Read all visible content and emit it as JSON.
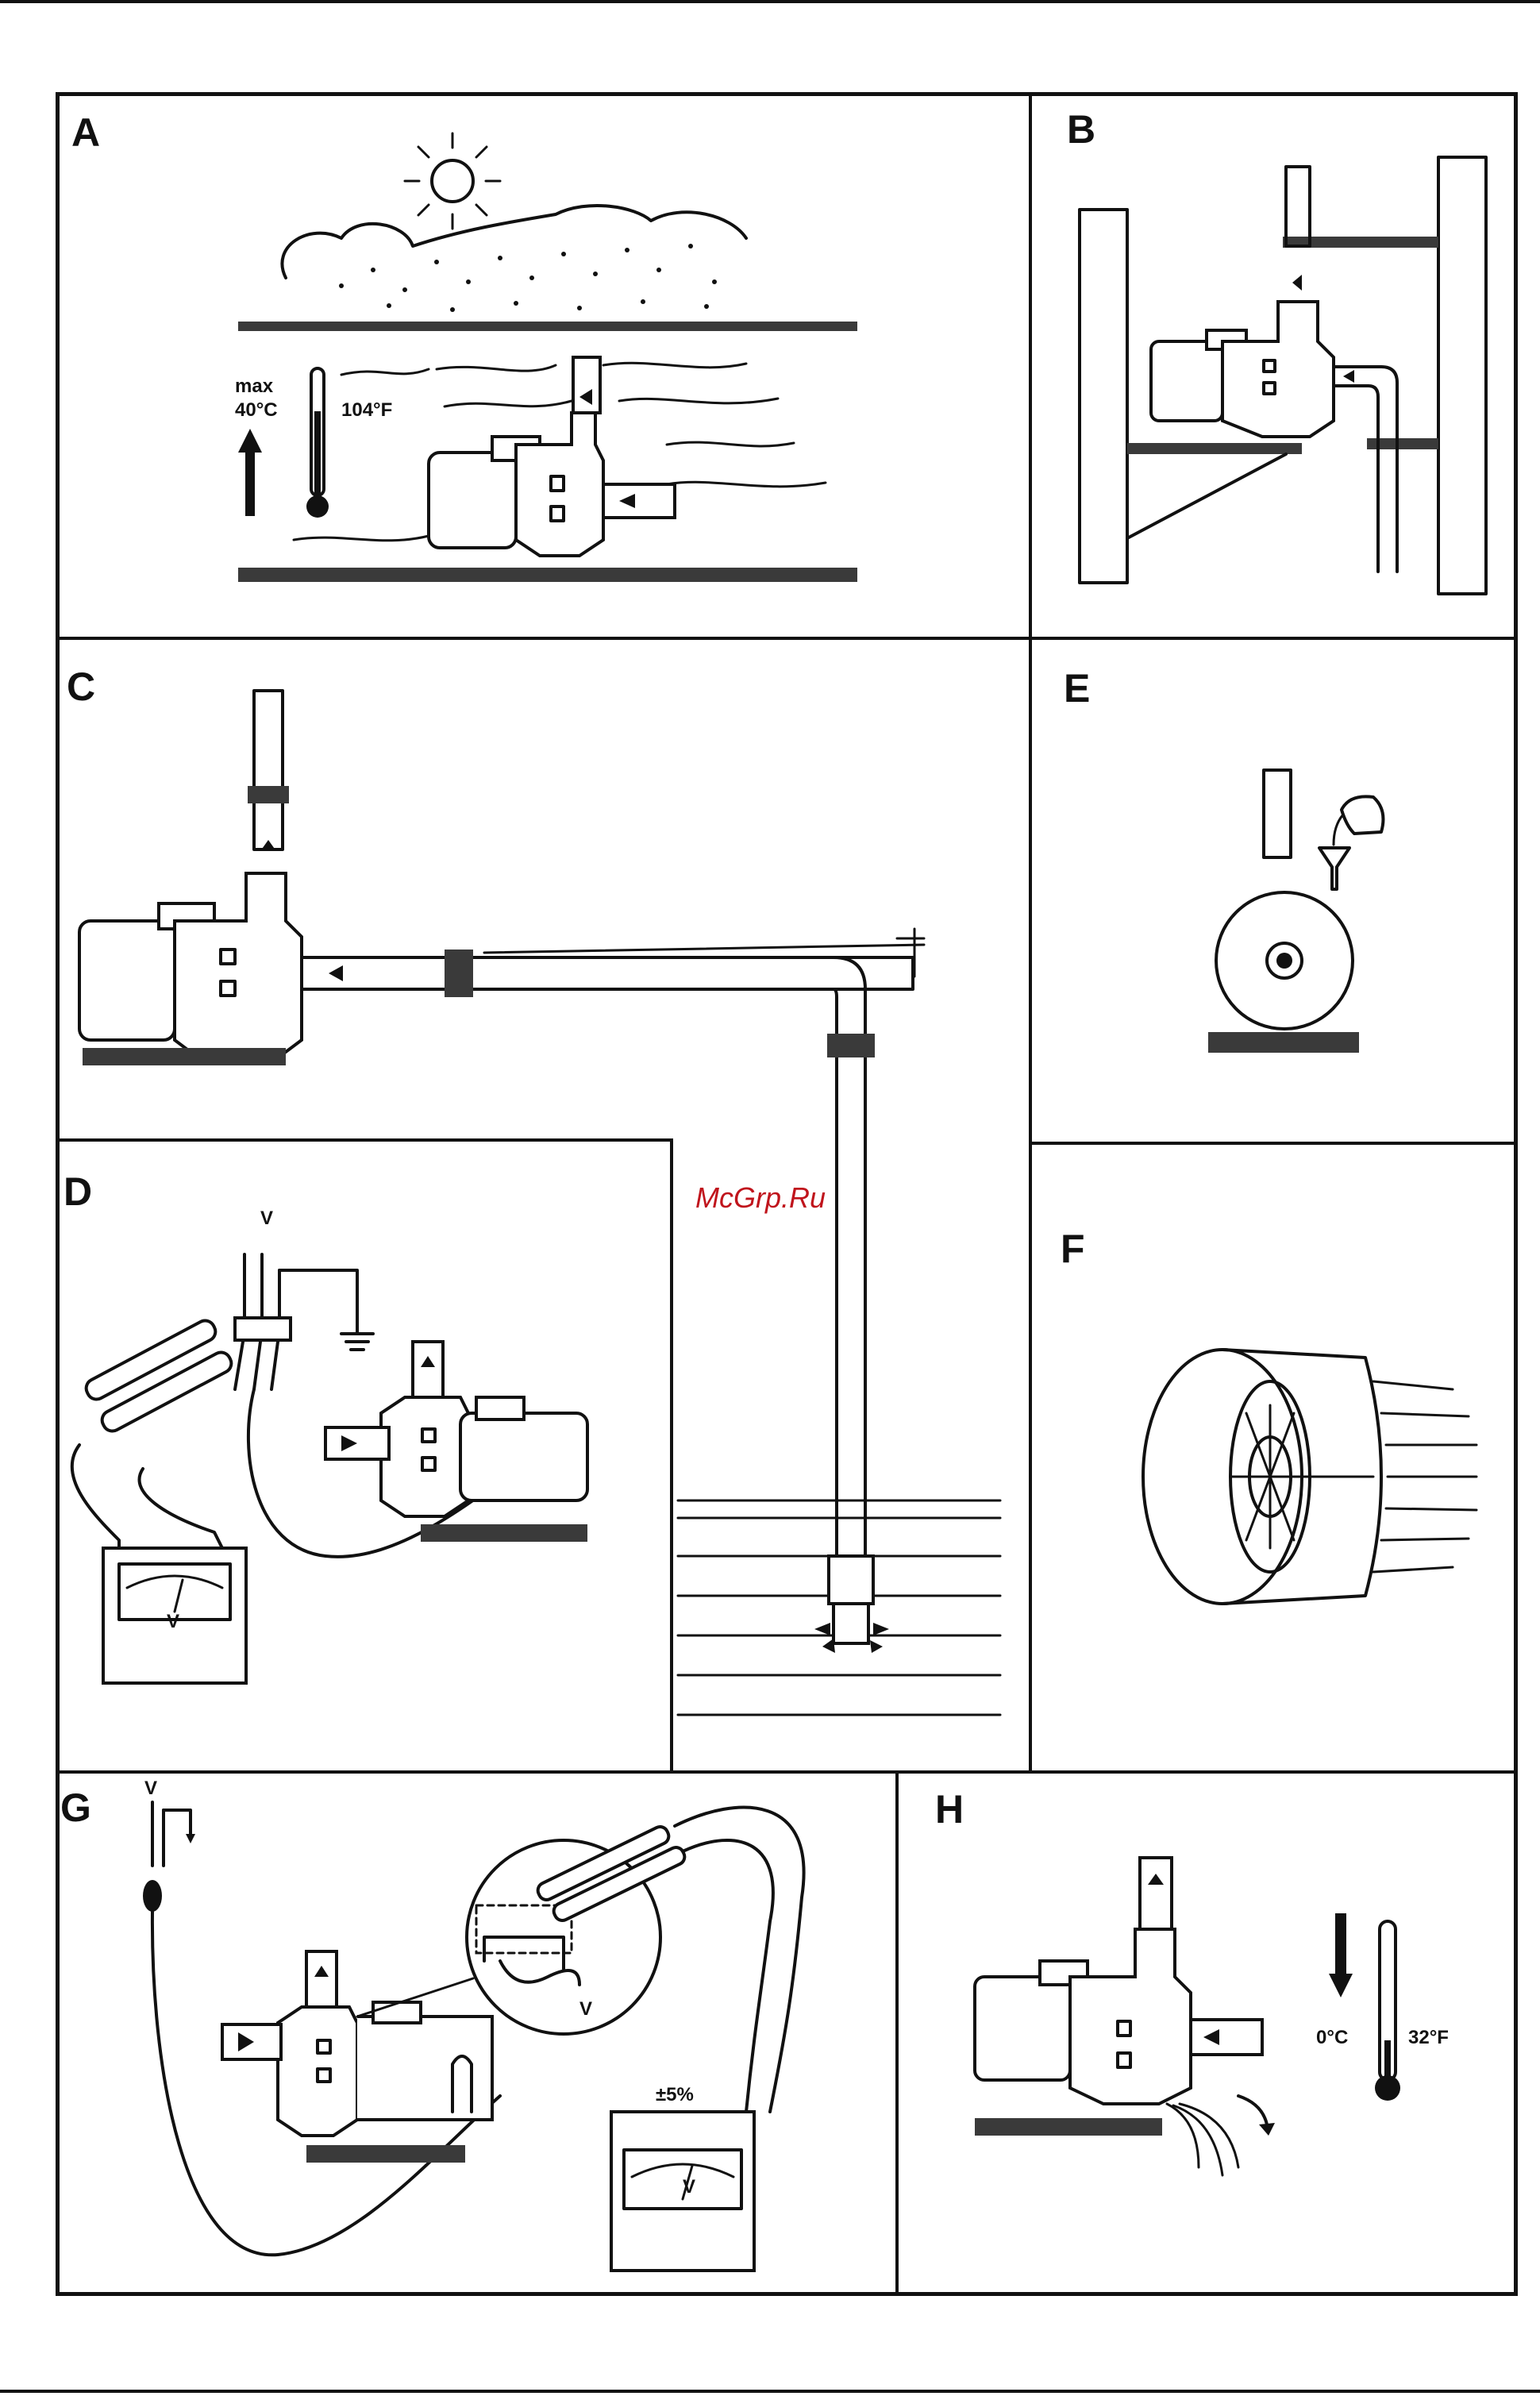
{
  "panels": {
    "a": {
      "label": "A",
      "temp_max": "max",
      "temp_c": "40°C",
      "temp_f": "104°F"
    },
    "b": {
      "label": "B"
    },
    "c": {
      "label": "C"
    },
    "d": {
      "label": "D",
      "voltage": "V",
      "meter_unit": "V"
    },
    "e": {
      "label": "E"
    },
    "f": {
      "label": "F"
    },
    "g": {
      "label": "G",
      "voltage": "V",
      "inset_voltage": "V",
      "tolerance": "±5%",
      "meter_unit": "V"
    },
    "h": {
      "label": "H",
      "temp_c": "0°C",
      "temp_f": "32°F"
    }
  },
  "watermark": "McGrp.Ru",
  "colors": {
    "ink": "#111111",
    "watermark": "#c0141c",
    "background": "#ffffff"
  }
}
